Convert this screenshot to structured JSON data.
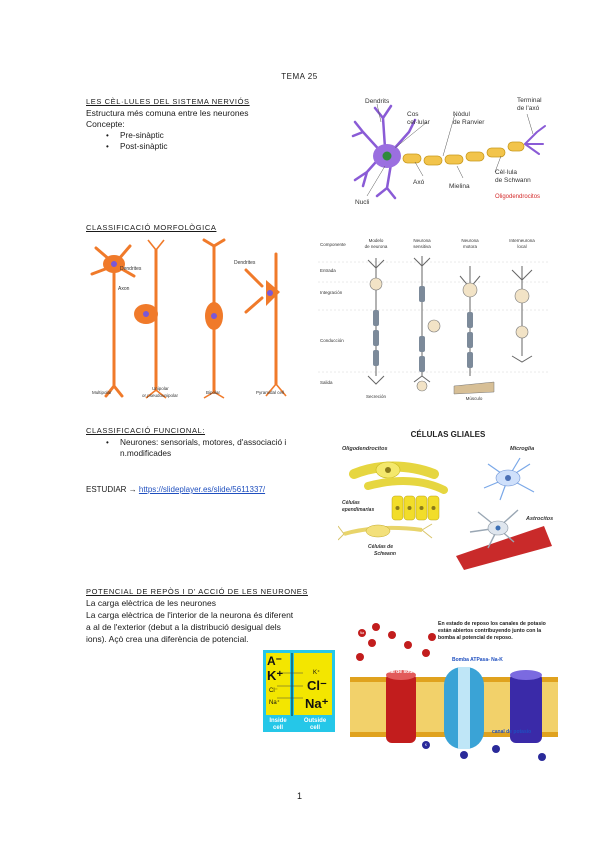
{
  "page": {
    "title": "TEMA 25",
    "number": "1"
  },
  "section1": {
    "heading": "LES CÈL·LULES DEL SISTEMA NERVIÓS",
    "line1": "Estructura més comuna entre les neurones",
    "line2": "Concepte:",
    "bullets": [
      "Pre-sinàptic",
      "Post-sinàptic"
    ]
  },
  "fig_neuron": {
    "dendrits": "Dendrits",
    "cos1": "Cos",
    "cos2": "cel·lular",
    "nodul1": "Nòdul",
    "nodul2": "de Ranvier",
    "terminal1": "Terminal",
    "terminal2": "de l'axó",
    "axo": "Axó",
    "celula1": "Cèl·lula",
    "celula2": "de Schwann",
    "nucli": "Nucli",
    "mielina": "Mielina",
    "oligo": "Oligodendrocitos"
  },
  "section2": {
    "heading": "CLASSIFICACIÓ MORFOLÒGICA"
  },
  "fig_morph": {
    "dendrites": "Dendrites",
    "axon": "Axon",
    "dendrites2": "Dendrites",
    "multipolar": "Multipolar",
    "unipolar1": "Unipolar",
    "unipolar2": "or pseudounipolar",
    "bipolar": "Bipolar",
    "pyramidal": "Pyramidal cell"
  },
  "fig_types": {
    "rows": [
      "Componente",
      "Entrada",
      "Integración",
      "Conducción",
      "Salida"
    ],
    "cols": [
      [
        "Modelo",
        "de neurona"
      ],
      [
        "Neurona",
        "sensitiva"
      ],
      [
        "Neurona",
        "motora"
      ],
      [
        "Interneurona",
        "local"
      ]
    ],
    "secrecion": "Secreción",
    "musculo": "Músculo"
  },
  "section3": {
    "heading": "CLASSIFICACIÓ FUNCIONAL:",
    "bullet_line1": "Neurones: sensorials, motores, d'associació i",
    "bullet_line2": "n.modificades",
    "study_label": "ESTUDIAR",
    "study_arrow": "→",
    "study_link": "https://slideplayer.es/slide/5611337/"
  },
  "fig_glia": {
    "title": "CÉLULAS GLIALES",
    "oligo": "Oligodendrocitos",
    "microglia": "Microglia",
    "ependimarias1": "Células",
    "ependimarias2": "ependimarias",
    "astrocitos": "Astrocitos",
    "schwann1": "Células de",
    "schwann2": "Schwann"
  },
  "section4": {
    "heading": "POTENCIAL DE REPÒS I D' ACCIÓ DE LES NEURONES",
    "line1": "La carga elèctrica de les neurones",
    "line2": "La carga elèctrica de l'interior de la neurona és diferent",
    "line3": "a al de l'exterior (debut a la distribució desigual dels",
    "line4": "ions). Açò crea una diferència de potencial."
  },
  "fig_ions": {
    "a": "A⁻",
    "k_big": "K⁺",
    "cl_small": "Cl⁻",
    "na_small": "Na⁺",
    "k_small": "K⁺",
    "cl_big": "Cl⁻",
    "na_big": "Na⁺",
    "inside1": "Inside",
    "inside2": "cell",
    "outside1": "Outside",
    "outside2": "cell"
  },
  "fig_membrane": {
    "text1": "En estado de reposo los canales de potasio",
    "text2": "están abiertos contribuyendo junto con la",
    "text3": "bomba al potencial de reposo.",
    "sodio": "canal de sodio",
    "bomba": "Bomba ATPasa- Na-K",
    "potasio": "canal de potasio",
    "na": "Na",
    "k": "K"
  },
  "colors": {
    "link": "#1f4fbf",
    "neuron_purple": "#8a5bd6",
    "myelin": "#f2c44b",
    "morph_orange": "#f07a2a",
    "ion_yellow": "#f3e600",
    "ion_cyan": "#25c7e8"
  }
}
